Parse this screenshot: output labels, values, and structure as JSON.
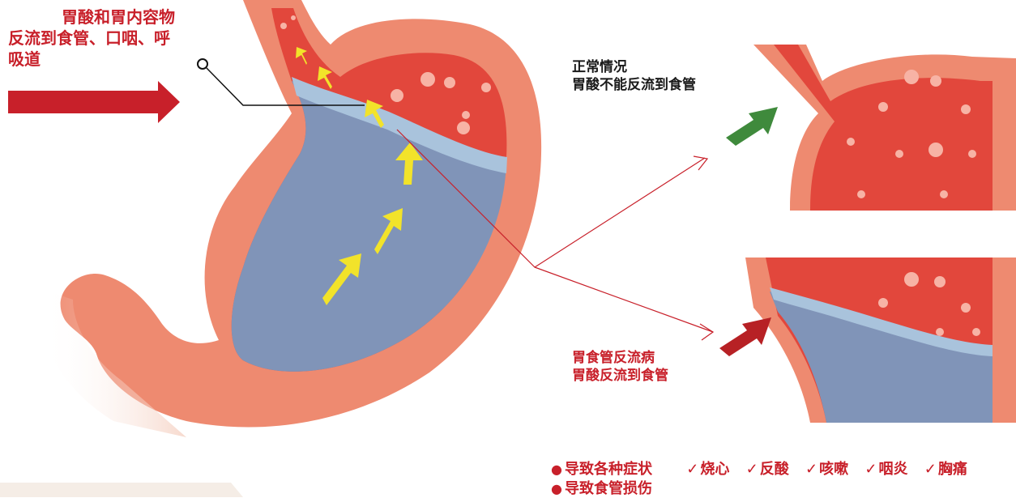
{
  "callout": {
    "line1": "胃酸和胃内容物",
    "line2": "反流到食管、口咽、呼",
    "line3": "吸道"
  },
  "normal": {
    "line1": "正常情况",
    "line2": "胃酸不能反流到食管"
  },
  "gerd": {
    "line1": "胃食管反流病",
    "line2": "胃酸反流到食管"
  },
  "effects": {
    "symptoms_label": "导致各种症状",
    "damage_label": "导致食管损伤",
    "bullet": "●",
    "check": "✓",
    "symptoms": [
      "烧心",
      "反酸",
      "咳嗽",
      "咽炎",
      "胸痛"
    ]
  },
  "colors": {
    "wall": "#ee8a70",
    "stomach_red": "#e2473c",
    "fluid": "#8094b8",
    "fluid_light": "#a9c3dc",
    "reflux_arrow": "#f2e32a",
    "normal_arrow": "#3f8a3c",
    "gerd_arrow": "#b72125",
    "title_red": "#c8202a"
  },
  "icons": [
    "right-arrow-icon",
    "up-arrow-icon",
    "pointer-circle-icon"
  ]
}
